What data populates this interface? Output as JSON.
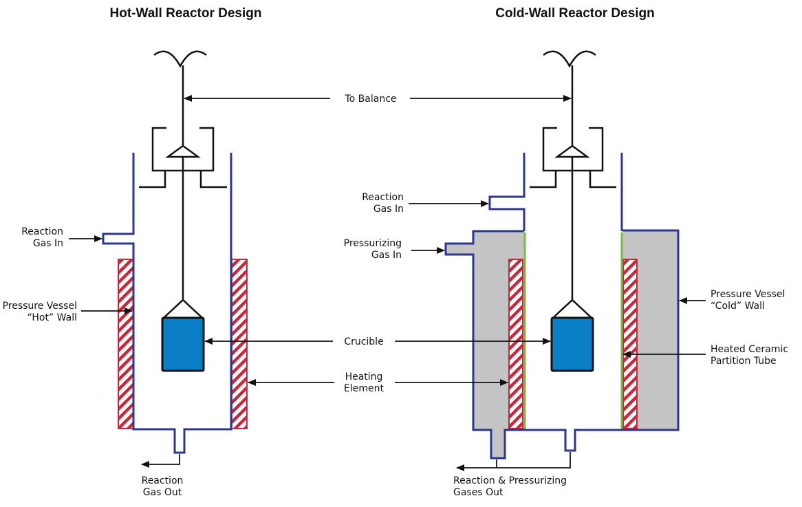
{
  "titles": {
    "hot": "Hot-Wall Reactor Design",
    "cold": "Cold-Wall Reactor Design"
  },
  "labels": {
    "to_balance": "To Balance",
    "crucible": "Crucible",
    "heating_element_1": "Heating",
    "heating_element_2": "Element",
    "hot": {
      "reaction_gas_in_1": "Reaction",
      "reaction_gas_in_2": "Gas In",
      "pressure_vessel_1": "Pressure Vessel",
      "pressure_vessel_2": "“Hot” Wall",
      "gas_out_1": "Reaction",
      "gas_out_2": "Gas Out"
    },
    "cold": {
      "reaction_gas_in_1": "Reaction",
      "reaction_gas_in_2": "Gas In",
      "pressurizing_gas_in_1": "Pressurizing",
      "pressurizing_gas_in_2": "Gas In",
      "pressure_vessel_1": "Pressure Vessel",
      "pressure_vessel_2": "“Cold” Wall",
      "partition_1": "Heated Ceramic",
      "partition_2": "Partition Tube",
      "gases_out_1": "Reaction & Pressurizing",
      "gases_out_2": "Gases Out"
    }
  },
  "colors": {
    "vessel_wall": "#2b3592",
    "heater": "#c8283a",
    "crucible": "#0a7fc6",
    "pressurized_gas": "#c4c4c4",
    "ceramic_partition": "#7ab648",
    "line": "#111111"
  }
}
